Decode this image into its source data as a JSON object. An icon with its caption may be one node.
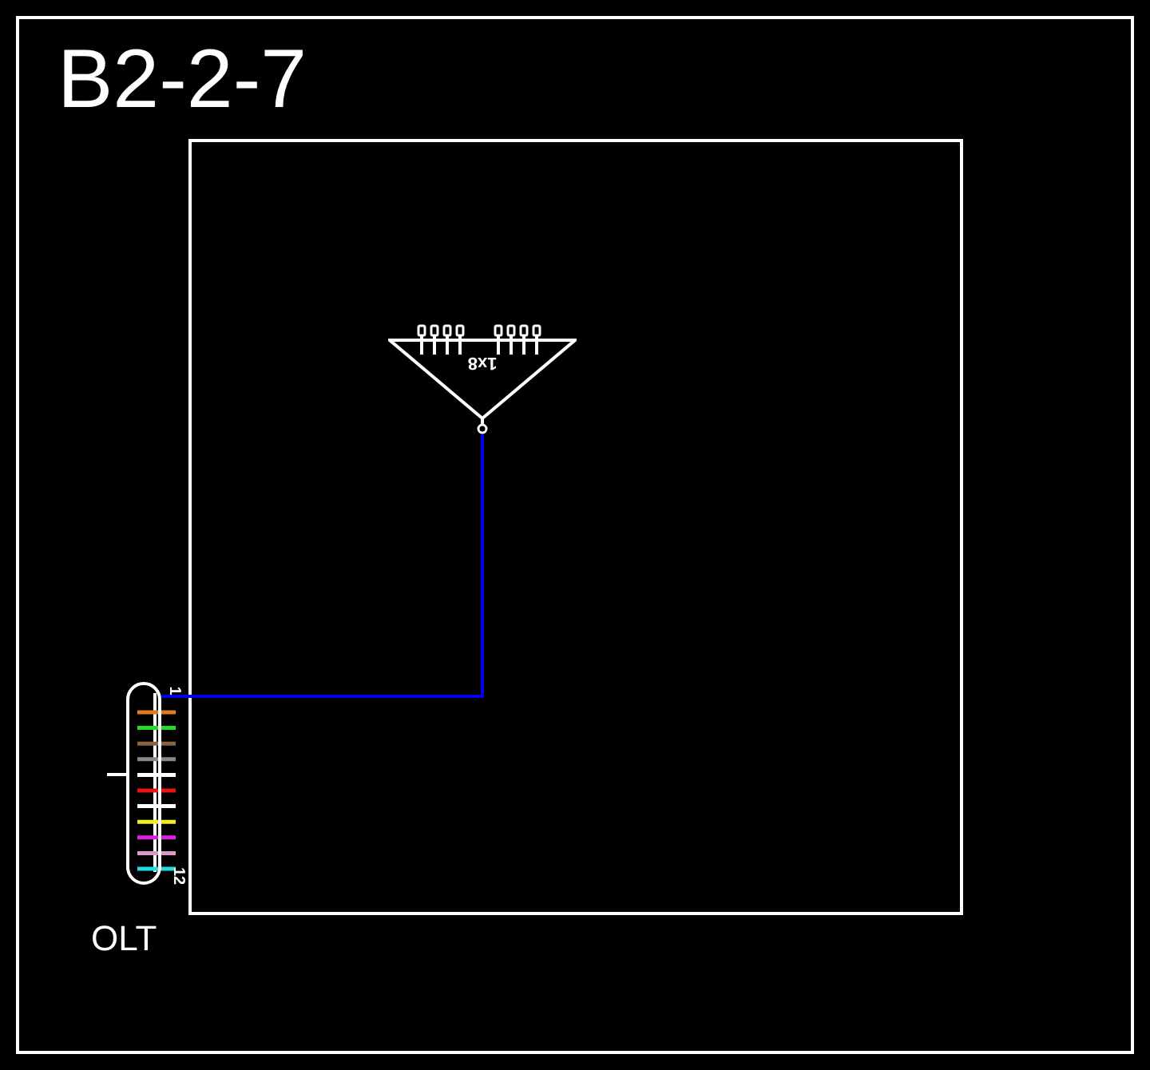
{
  "diagram": {
    "title": "B2-2-7",
    "nodes": [
      {
        "text": [],
        "shape": "box"
      },
      {
        "text": [
          "1x8"
        ],
        "in": 0
      },
      {
        "text": [
          "OLT"
        ],
        "beside": [
          "1",
          "12"
        ]
      }
    ],
    "edges": [
      {
        "from": 2,
        "to": 1,
        "arrow": "none"
      }
    ]
  }
}
